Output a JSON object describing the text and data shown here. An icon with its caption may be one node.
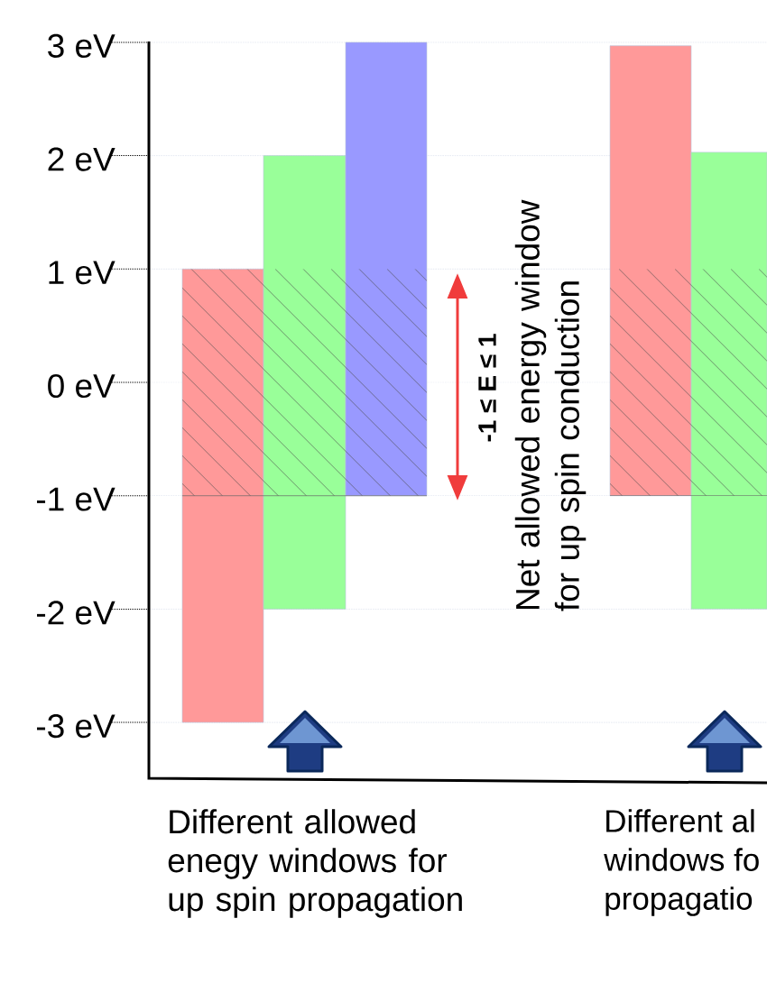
{
  "diagram": {
    "labels": [
      "3 eV",
      "2 eV",
      "1 eV",
      "0 eV",
      "-1 eV",
      "-2 eV",
      "-3 eV",
      "-1 ≤ E ≤ 1",
      "Net allowed energy window for up spin conduction",
      "Different allowed enegy windows for up spin propagation",
      "Different al",
      "windows fo",
      "propagatio"
    ]
  }
}
